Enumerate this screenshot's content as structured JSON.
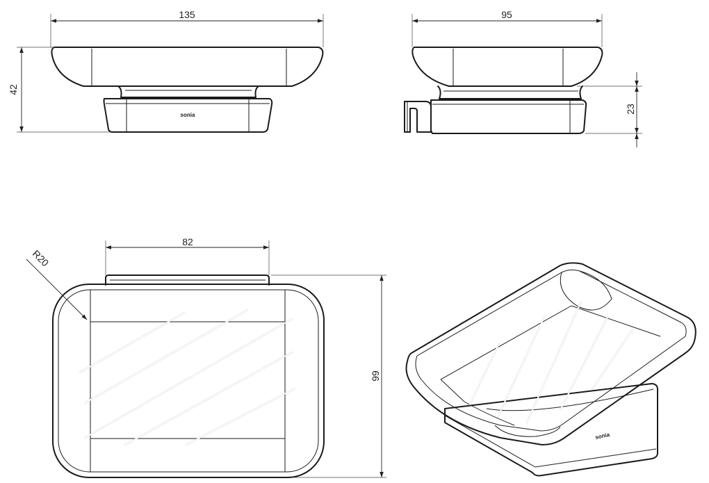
{
  "brand": "sonia",
  "dimensions": {
    "front_width": "135",
    "side_depth": "95",
    "height": "42",
    "base_height": "23",
    "top_width": "82",
    "corner_radius": "R20",
    "top_depth": "99"
  }
}
